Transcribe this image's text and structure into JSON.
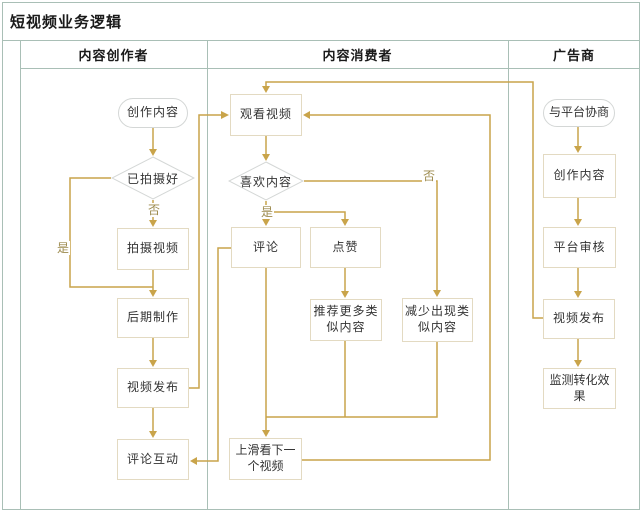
{
  "title": "短视频业务逻辑",
  "lanes": [
    {
      "header": "内容创作者"
    },
    {
      "header": "内容消费者"
    },
    {
      "header": "广告商"
    }
  ],
  "nodes": {
    "create_content": "创作内容",
    "already_shot": "已拍摄好",
    "shoot_video": "拍摄视频",
    "post_production": "后期制作",
    "publish_video": "视频发布",
    "comment_interact": "评论互动",
    "watch_video": "观看视频",
    "like_content_q": "喜欢内容",
    "comment": "评论",
    "like": "点赞",
    "recommend_similar": "推荐更多类似内容",
    "reduce_similar": "减少出现类似内容",
    "swipe_next": "上滑看下一个视频",
    "negotiate_platform": "与平台协商",
    "ad_create_content": "创作内容",
    "platform_review": "平台审核",
    "ad_publish_video": "视频发布",
    "monitor_conversion": "监测转化效果"
  },
  "edge_labels": {
    "shot_no": "否",
    "shot_yes": "是",
    "like_yes": "是",
    "like_no": "否"
  },
  "colors": {
    "connector": "#c9a44a",
    "process_border": "#e3dac2",
    "terminal_border": "#d4d7d6",
    "lane_border": "#a9bfb6",
    "edge_label_text": "#9c8a4d",
    "text": "#333333"
  }
}
